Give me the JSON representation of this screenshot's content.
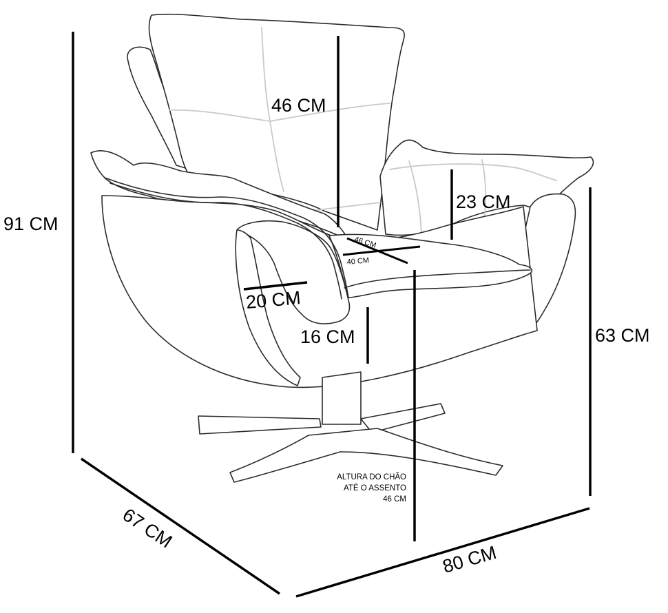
{
  "dimensions": {
    "total_height": "91 CM",
    "backrest_height": "46 CM",
    "arm_height_above_seat": "23 CM",
    "arm_width": "20 CM",
    "seat_cushion_height": "16 CM",
    "seat_depth": "46 CM",
    "seat_width": "40 CM",
    "arm_total_height": "63 CM",
    "depth": "67 CM",
    "width": "80 CM"
  },
  "seat_height_note": {
    "line1": "ALTURA DO CHÃO",
    "line2": "ATÉ O ASSENTO",
    "line3": "46 CM"
  }
}
